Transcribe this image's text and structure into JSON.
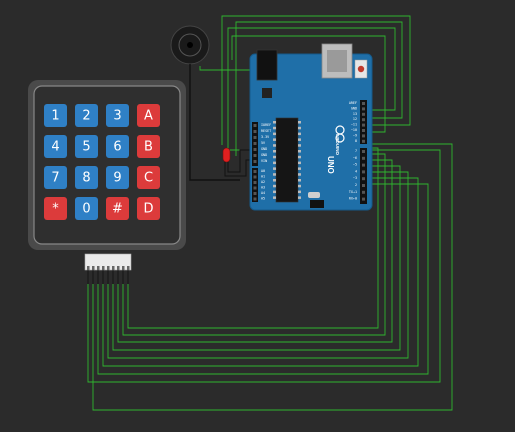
{
  "colors": {
    "canvas": "#2b2b2b",
    "wire_green": "#2fb52f",
    "wire_black": "#111111",
    "board_blue": "#1f6fa8",
    "key_blue": "#2f80c6",
    "key_red": "#dc3b3b",
    "keypad_frame": "#5a5a5a",
    "led_red": "#e02020"
  },
  "keypad": {
    "rows": [
      [
        {
          "label": "1",
          "color": "blue"
        },
        {
          "label": "2",
          "color": "blue"
        },
        {
          "label": "3",
          "color": "blue"
        },
        {
          "label": "A",
          "color": "red"
        }
      ],
      [
        {
          "label": "4",
          "color": "blue"
        },
        {
          "label": "5",
          "color": "blue"
        },
        {
          "label": "6",
          "color": "blue"
        },
        {
          "label": "B",
          "color": "red"
        }
      ],
      [
        {
          "label": "7",
          "color": "blue"
        },
        {
          "label": "8",
          "color": "blue"
        },
        {
          "label": "9",
          "color": "blue"
        },
        {
          "label": "C",
          "color": "red"
        }
      ],
      [
        {
          "label": "*",
          "color": "red"
        },
        {
          "label": "0",
          "color": "blue"
        },
        {
          "label": "#",
          "color": "red"
        },
        {
          "label": "D",
          "color": "red"
        }
      ]
    ]
  },
  "arduino": {
    "brand": "UNO",
    "logo_text": "ARDUINO",
    "power_labels": [
      "IOREF",
      "RESET",
      "3.3V",
      "5V",
      "GND",
      "GND",
      "VIN"
    ],
    "analog_labels": [
      "A0",
      "A1",
      "A2",
      "A3",
      "A4",
      "A5"
    ],
    "digital_top_labels": [
      "AREF",
      "GND",
      "13",
      "12",
      "~11",
      "~10",
      "~9",
      "8"
    ],
    "digital_bottom_labels": [
      "7",
      "~6",
      "~5",
      "4",
      "~3",
      "2",
      "TX→1",
      "RX←0"
    ]
  }
}
